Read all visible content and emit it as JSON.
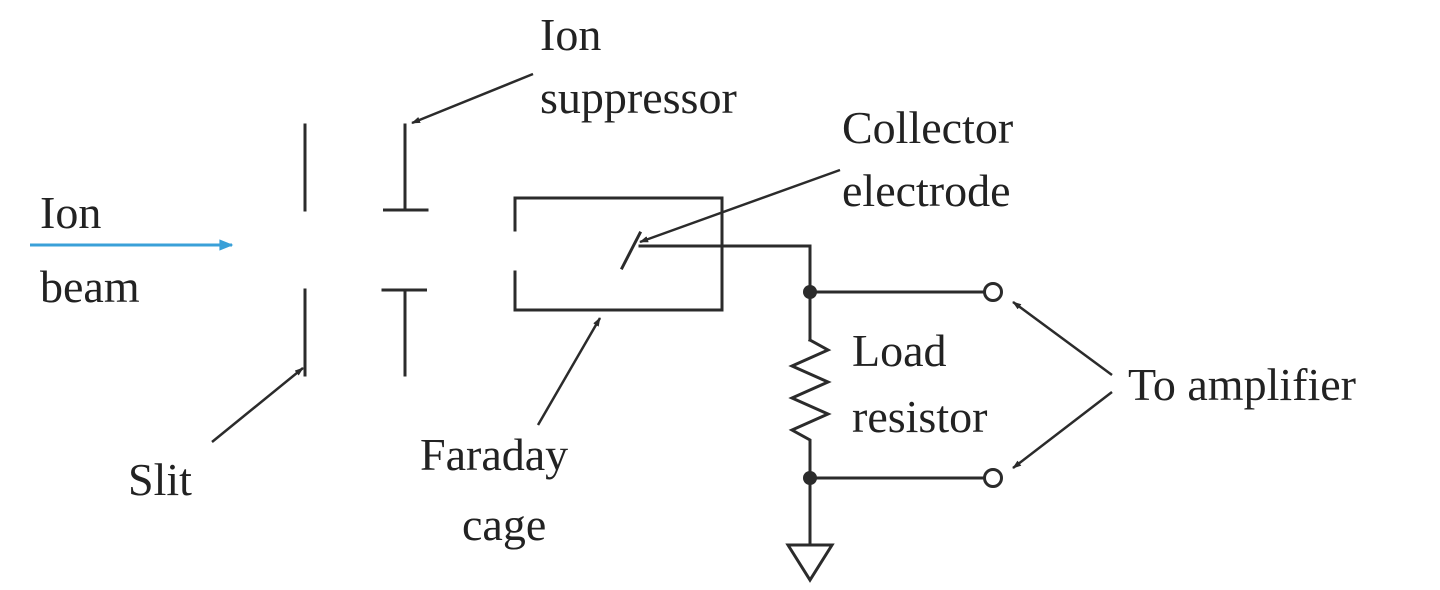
{
  "labels": {
    "ion_beam": [
      "Ion",
      "beam"
    ],
    "ion_suppressor": [
      "Ion",
      "suppressor"
    ],
    "collector_electrode": [
      "Collector",
      "electrode"
    ],
    "slit": "Slit",
    "faraday_cage": [
      "Faraday",
      "cage"
    ],
    "load_resistor": [
      "Load",
      "resistor"
    ],
    "to_amplifier": "To amplifier"
  },
  "colors": {
    "ion_beam_arrow": "#3aa0d8",
    "line": "#2b2b2b",
    "text": "#222222"
  }
}
